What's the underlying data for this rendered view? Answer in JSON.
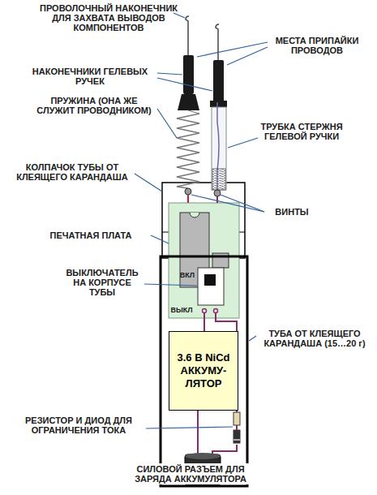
{
  "diagram": {
    "nodes": [
      {
        "text": [
          "3.6 В NiCd АККУМУ- ЛЯТОР"
        ]
      }
    ],
    "labels": [
      "ПРОВОЛОЧНЫЙ НАКОНЕЧНИК ДЛЯ ЗАХВАТА ВЫВОДОВ КОМПОНЕНТОВ",
      "МЕСТА ПРИПАЙКИ ПРОВОДОВ",
      "НАКОНЕЧНИКИ ГЕЛЕВЫХ РУЧЕК",
      "ПРУЖИНА (ОНА ЖЕ СЛУЖИТ ПРОВОДНИКОМ)",
      "ТРУБКА СТЕРЖНЯ ГЕЛЕВОЙ РУЧКИ",
      "КОЛПАЧОК ТУБЫ ОТ КЛЕЯЩЕГО КАРАНДАША",
      "ВИНТЫ",
      "ПЕЧАТНАЯ ПЛАТА",
      "ВЫКЛЮЧАТЕЛЬ НА КОРПУСЕ ТУБЫ",
      "ВКЛ",
      "ВЫКЛ",
      "ТУБА ОТ КЛЕЯЩЕГО КАРАНДАША (15…20 г)",
      "РЕЗИСТОР И ДИОД ДЛЯ ОГРАНИЧЕНИЯ ТОКА",
      "СИЛОВОЙ РАЗЪЕМ ДЛЯ ЗАРЯДА АККУМУЛЯТОРА"
    ]
  }
}
